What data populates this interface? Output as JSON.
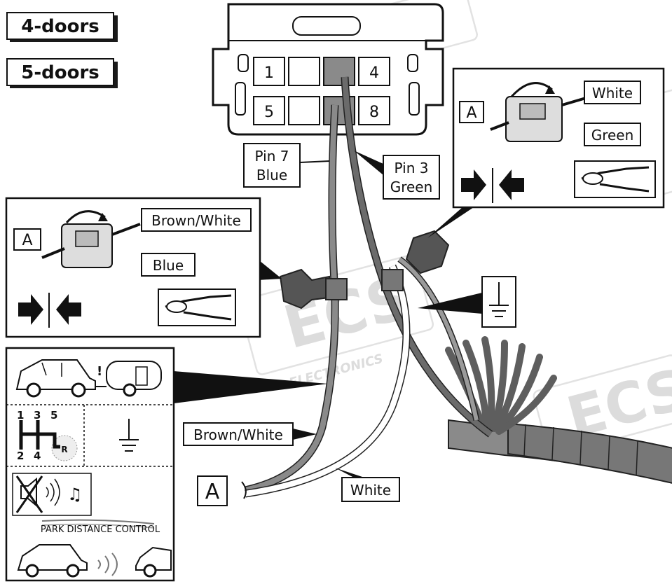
{
  "brand_watermark": {
    "text": "ECS",
    "subtext": "ELECTRONICS",
    "color": "#dcdcdc"
  },
  "door_variants": [
    "4-doors",
    "5-doors"
  ],
  "connector": {
    "pins": [
      "1",
      "",
      "",
      "4",
      "5",
      "",
      "",
      "8"
    ]
  },
  "wire_labels": {
    "pin7": [
      "Pin 7",
      "Blue"
    ],
    "pin3": [
      "Pin 3",
      "Green"
    ],
    "brown_white": "Brown/White",
    "white": "White",
    "a_end": "A"
  },
  "splice_left": {
    "connector_label": "A",
    "wire_top": "Brown/White",
    "wire_bottom": "Blue"
  },
  "splice_right": {
    "connector_label": "A",
    "wire_top": "White",
    "wire_bottom": "Green"
  },
  "function_panel": {
    "gears_top": [
      "1",
      "3",
      "5"
    ],
    "gears_bottom": [
      "2",
      "4"
    ],
    "reverse": "R",
    "pdc_label": "PARK DISTANCE CONTROL"
  },
  "colors": {
    "wire_gray": "#777777",
    "wire_dark": "#5e5e5e",
    "tape": "#8a8a8a",
    "ink": "#111111"
  }
}
